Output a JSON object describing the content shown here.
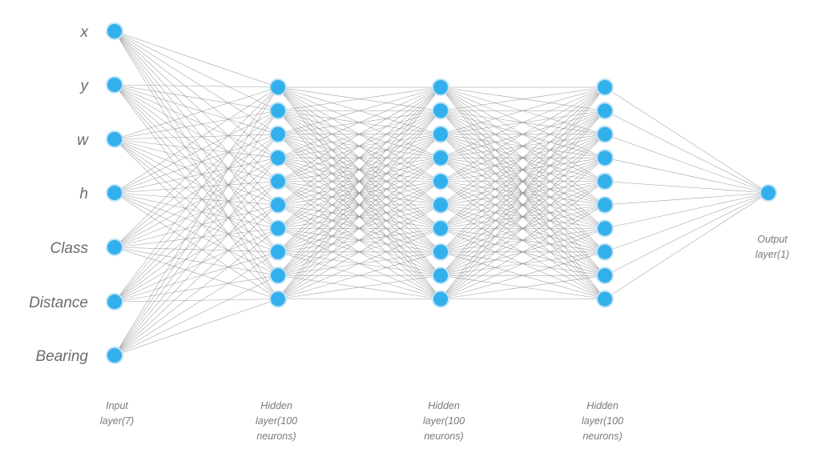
{
  "network": {
    "input_labels": [
      "x",
      "y",
      "w",
      "h",
      "Class",
      "Distance",
      "Bearing"
    ],
    "layers": [
      {
        "id": "input",
        "neurons_drawn": 7,
        "caption": [
          "Input",
          "layer(7)"
        ]
      },
      {
        "id": "hidden1",
        "neurons_drawn": 10,
        "caption": [
          "Hidden",
          "layer(100",
          "neurons)"
        ]
      },
      {
        "id": "hidden2",
        "neurons_drawn": 10,
        "caption": [
          "Hidden",
          "layer(100",
          "neurons)"
        ]
      },
      {
        "id": "hidden3",
        "neurons_drawn": 10,
        "caption": [
          "Hidden",
          "layer(100",
          "neurons)"
        ]
      },
      {
        "id": "output",
        "neurons_drawn": 1,
        "caption": [
          "Output",
          "layer(1)"
        ]
      }
    ],
    "colors": {
      "neuron": "#33b0ec",
      "neuron_ring": "#bfe3f7",
      "edge": "#8c8c8c",
      "label": "#6b6b6b",
      "caption": "#7a7a7a"
    }
  }
}
